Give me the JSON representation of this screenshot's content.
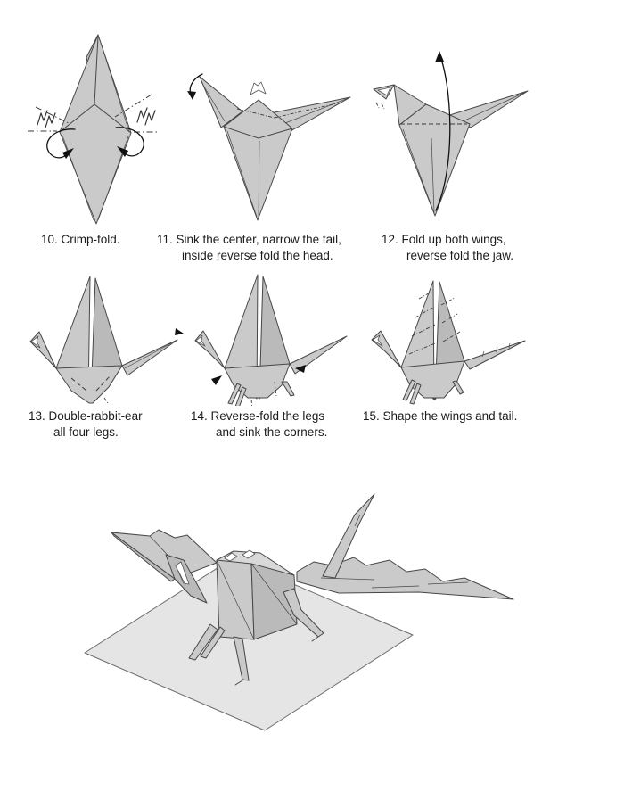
{
  "colors": {
    "paper": "#c9cac9",
    "paper-dark": "#b9bab9",
    "paper-light": "#d8d9d8",
    "mat": "#e4e5e4",
    "outline": "#474747",
    "arrow": "#111111"
  },
  "steps": [
    {
      "number": "10",
      "caption_line1": "10. Crimp-fold.",
      "caption_line2": ""
    },
    {
      "number": "11",
      "caption_line1": "11. Sink the center, narrow the tail,",
      "caption_line2": "inside reverse fold the head."
    },
    {
      "number": "12",
      "caption_line1": "12. Fold up both wings,",
      "caption_line2": "reverse fold the jaw."
    },
    {
      "number": "13",
      "caption_line1": "13. Double-rabbit-ear",
      "caption_line2": "all four legs."
    },
    {
      "number": "14",
      "caption_line1": "14. Reverse-fold the legs",
      "caption_line2": "and sink the corners."
    },
    {
      "number": "15",
      "caption_line1": "15. Shape the wings and tail.",
      "caption_line2": ""
    }
  ]
}
